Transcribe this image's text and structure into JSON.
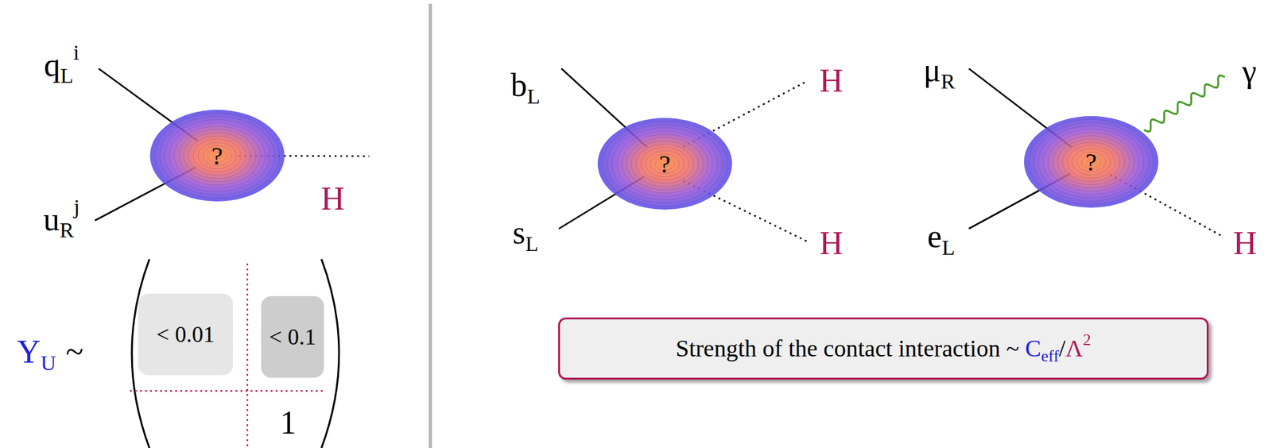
{
  "diagram": {
    "nodes": [
      {
        "text": [
          "?"
        ]
      },
      {
        "text": [
          "< 0.01"
        ]
      },
      {
        "text": [
          "< 0.1"
        ]
      },
      {
        "text": [
          "?"
        ]
      },
      {
        "text": [
          "?"
        ]
      },
      {
        "text": [
          "Strength of the contact interaction ~",
          "C",
          "eff",
          "/",
          "Λ",
          "2"
        ]
      }
    ],
    "labels": [
      "q",
      "L",
      "i",
      "u",
      "R",
      "j",
      "H",
      "Y",
      "U",
      "~",
      "1",
      "b",
      "L",
      "s",
      "L",
      "H",
      "H",
      "μ",
      "R",
      "e",
      "L",
      "γ",
      "H"
    ]
  }
}
